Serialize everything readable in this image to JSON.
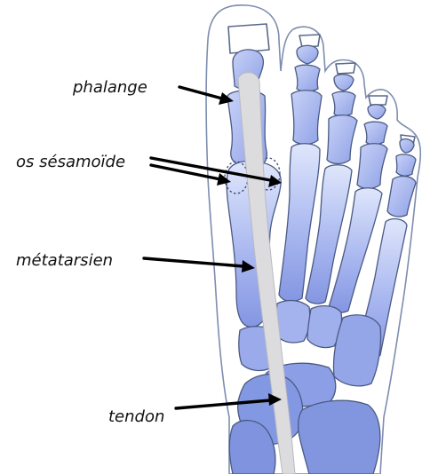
{
  "labels": {
    "phalange": "phalange",
    "sesamoid": "os sésamoïde",
    "metatarsal": "métatarsien",
    "tendon": "tendon"
  },
  "colors": {
    "bone_light": "#d6def8",
    "bone_dark": "#8a9ce6",
    "outline": "#4a5a85",
    "tendon": "#d9d9dc",
    "arrow": "#000000"
  }
}
